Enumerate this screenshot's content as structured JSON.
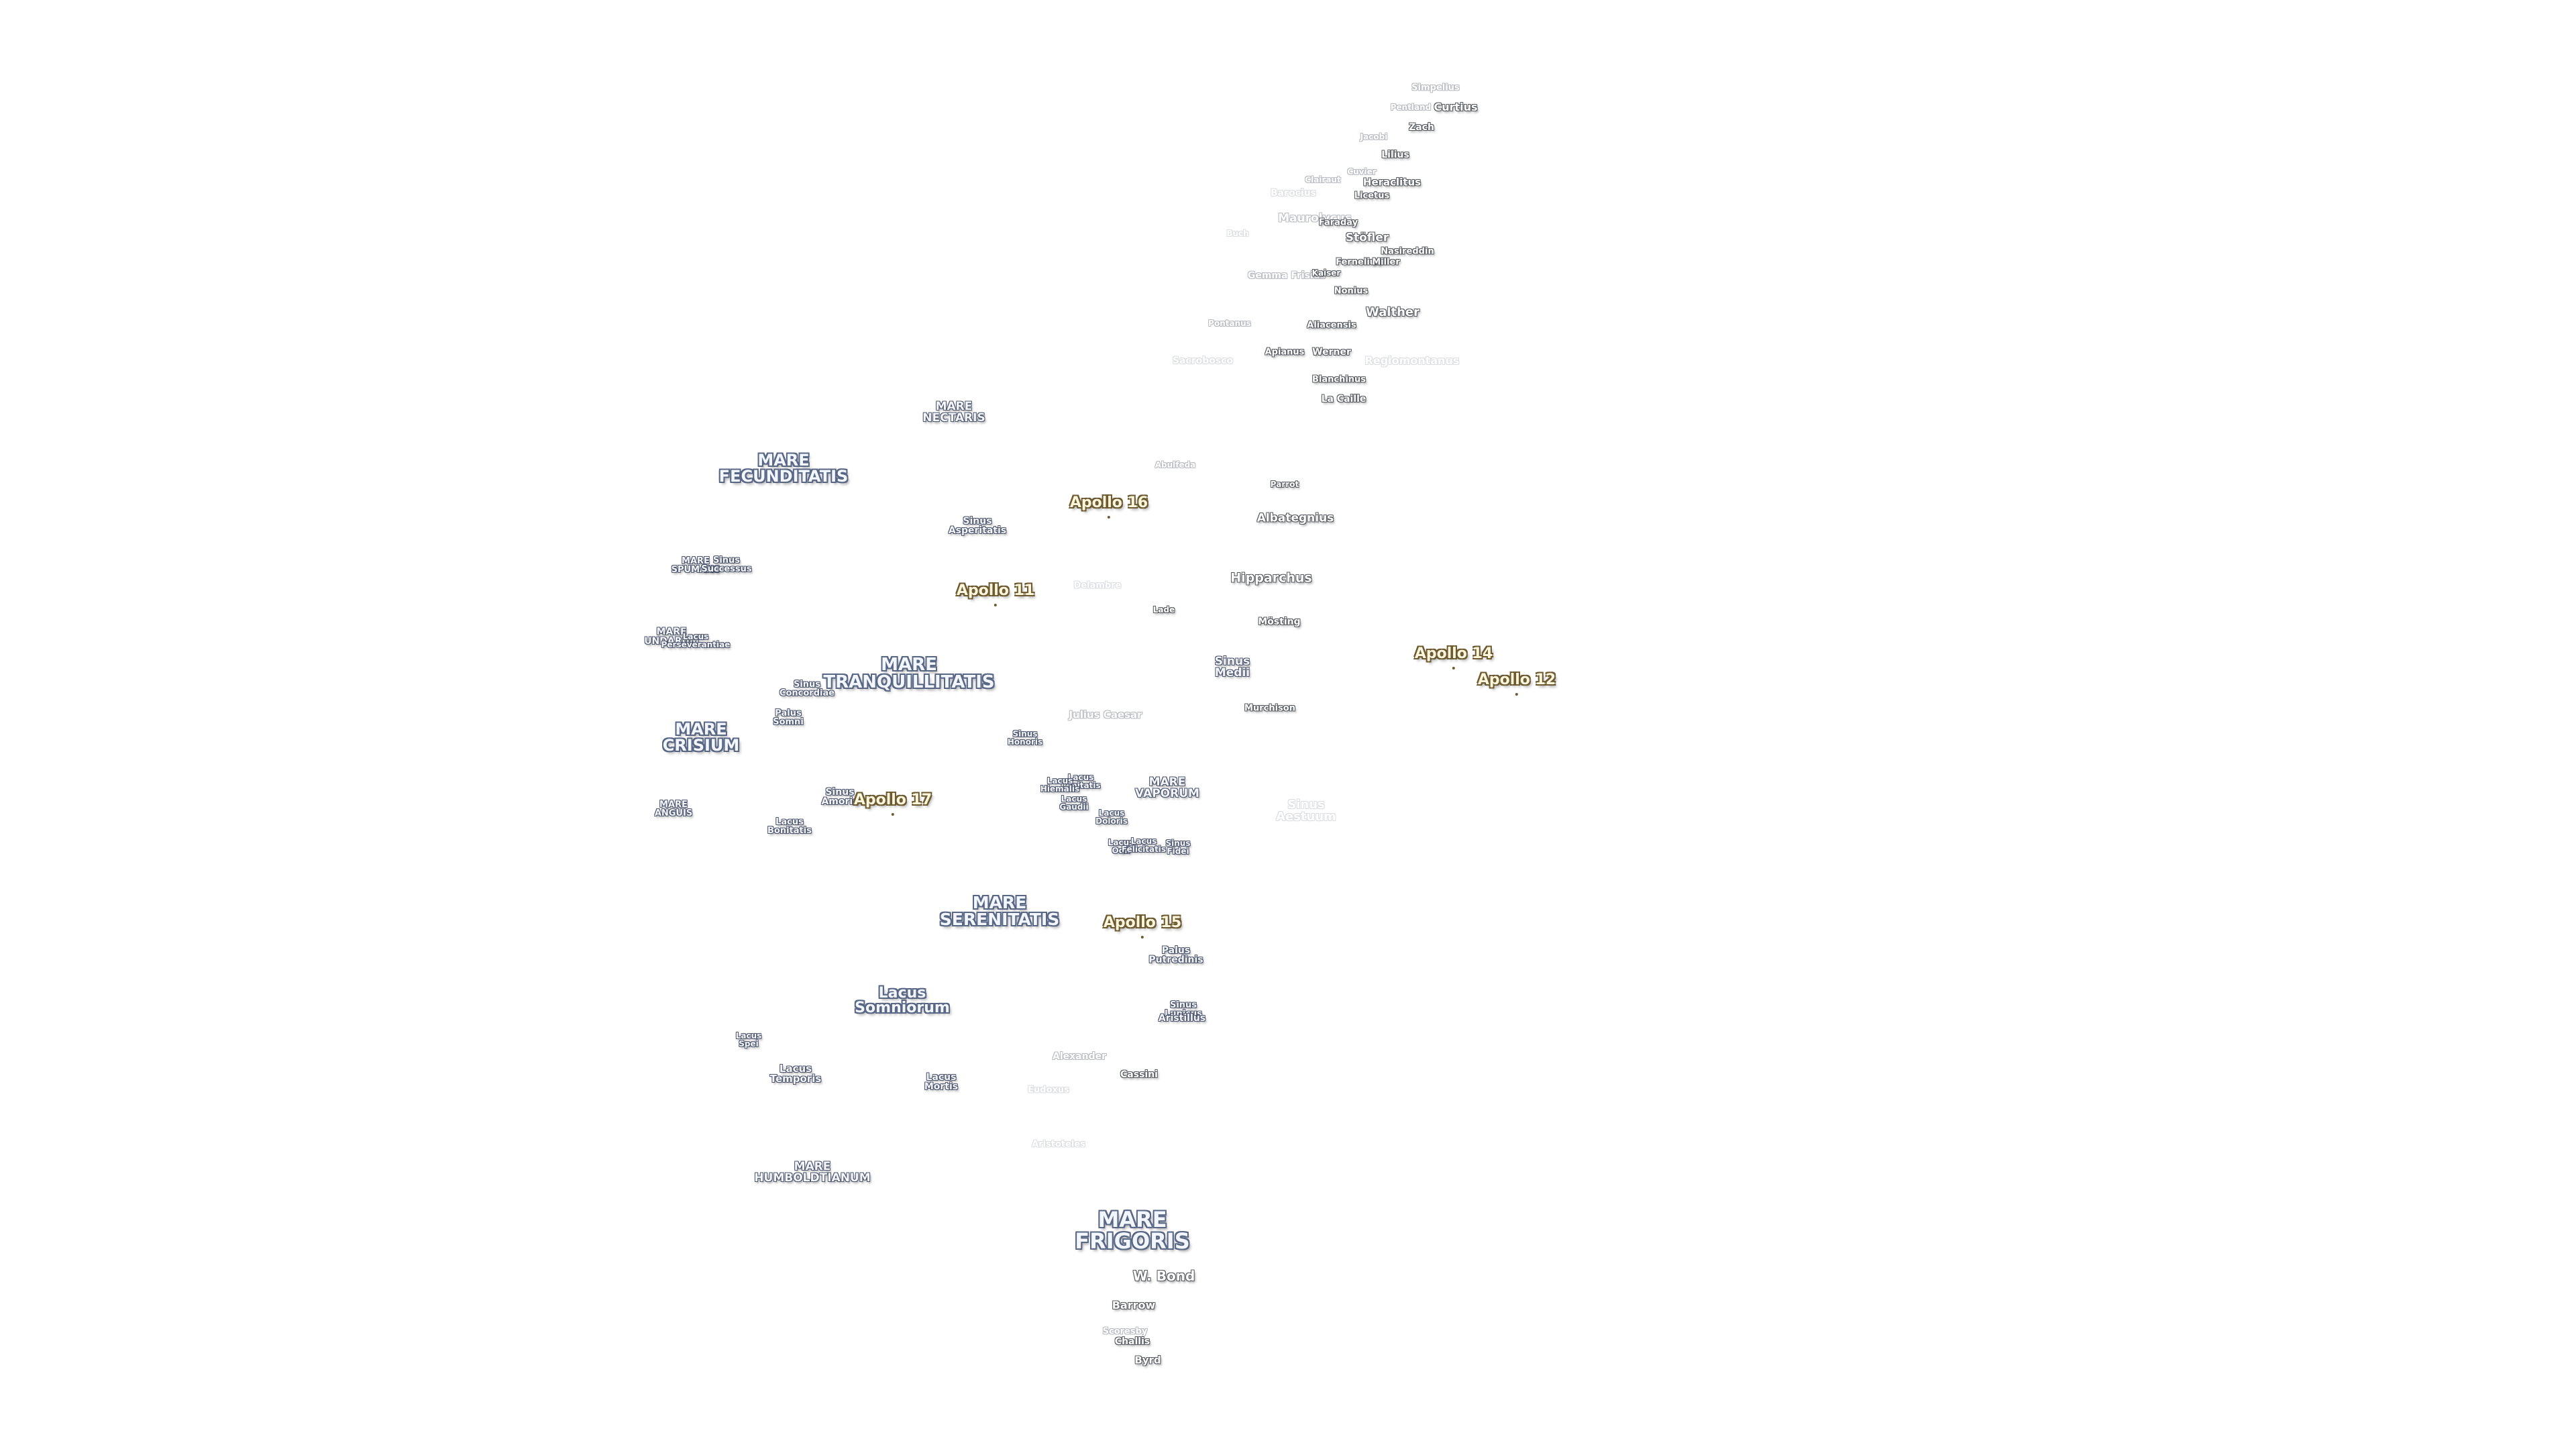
{
  "labels": [
    {
      "id": "simpelius",
      "text": "Simpelius",
      "kind": "faded"
    },
    {
      "id": "curtius",
      "text": "Curtius",
      "kind": "crater"
    },
    {
      "id": "pentland",
      "text": "Pentland",
      "kind": "faded"
    },
    {
      "id": "zach",
      "text": "Zach",
      "kind": "crater"
    },
    {
      "id": "jacobi",
      "text": "Jacobi",
      "kind": "faded"
    },
    {
      "id": "lilius",
      "text": "Lilius",
      "kind": "crater"
    },
    {
      "id": "cuvier",
      "text": "Cuvier",
      "kind": "faded"
    },
    {
      "id": "heraclitus",
      "text": "Heraclitus",
      "kind": "crater"
    },
    {
      "id": "licetus",
      "text": "Licetus",
      "kind": "crater"
    },
    {
      "id": "clairaut",
      "text": "Clairaut",
      "kind": "faded"
    },
    {
      "id": "barocius",
      "text": "Barocius",
      "kind": "faded2"
    },
    {
      "id": "maurolycus",
      "text": "Maurolycus",
      "kind": "faded"
    },
    {
      "id": "faraday",
      "text": "Faraday",
      "kind": "crater"
    },
    {
      "id": "stofler",
      "text": "Stöfler",
      "kind": "crater"
    },
    {
      "id": "buch",
      "text": "Buch",
      "kind": "faded2"
    },
    {
      "id": "nasireddin",
      "text": "Nasireddin",
      "kind": "crater"
    },
    {
      "id": "fernelius",
      "text": "Fernelius",
      "kind": "crater"
    },
    {
      "id": "miller",
      "text": "Miller",
      "kind": "crater"
    },
    {
      "id": "gemma",
      "text": "Gemma Frisius",
      "kind": "faded"
    },
    {
      "id": "kaiser",
      "text": "Kaiser",
      "kind": "crater"
    },
    {
      "id": "nonius",
      "text": "Nonius",
      "kind": "crater"
    },
    {
      "id": "walther",
      "text": "Walther",
      "kind": "crater"
    },
    {
      "id": "pontanus",
      "text": "Pontanus",
      "kind": "faded"
    },
    {
      "id": "aliacensis",
      "text": "Aliacensis",
      "kind": "crater"
    },
    {
      "id": "apianus",
      "text": "Apianus",
      "kind": "crater"
    },
    {
      "id": "werner",
      "text": "Werner",
      "kind": "crater"
    },
    {
      "id": "sacrobosco",
      "text": "Sacrobosco",
      "kind": "faded2"
    },
    {
      "id": "regiomontanus",
      "text": "Regiomontanus",
      "kind": "faded2"
    },
    {
      "id": "blanchinus",
      "text": "Blanchinus",
      "kind": "crater"
    },
    {
      "id": "lacaille",
      "text": "La Caille",
      "kind": "crater"
    },
    {
      "id": "mare-nectaris",
      "text": "MARE\nNECTARIS",
      "kind": "sm"
    },
    {
      "id": "abulfeda",
      "text": "Abulfeda",
      "kind": "faded"
    },
    {
      "id": "mare-fecunditatis",
      "text": "MARE\nFECUNDITATIS",
      "kind": "mare"
    },
    {
      "id": "parrot",
      "text": "Parrot",
      "kind": "crater"
    },
    {
      "id": "apollo16",
      "text": "Apollo 16",
      "kind": "apollo"
    },
    {
      "id": "albategnius",
      "text": "Albategnius",
      "kind": "crater"
    },
    {
      "id": "sinus-asperitatis",
      "text": "Sinus\nAsperitatis",
      "kind": "sm"
    },
    {
      "id": "mare-spumans",
      "text": "MARE\nSPUMANS",
      "kind": "sm"
    },
    {
      "id": "sinus-successus",
      "text": "Sinus\nSuccessus",
      "kind": "sm"
    },
    {
      "id": "hipparchus",
      "text": "Hipparchus",
      "kind": "crater"
    },
    {
      "id": "apollo11",
      "text": "Apollo 11",
      "kind": "apollo"
    },
    {
      "id": "delambre",
      "text": "Delambre",
      "kind": "faded2"
    },
    {
      "id": "lade",
      "text": "Lade",
      "kind": "crater"
    },
    {
      "id": "mosting",
      "text": "Mösting",
      "kind": "crater"
    },
    {
      "id": "mare-undarum",
      "text": "MARE\nUNDARUM",
      "kind": "sm"
    },
    {
      "id": "lacus-perseverantiae",
      "text": "Lacus\nPerseverantiae",
      "kind": "sm"
    },
    {
      "id": "apollo14",
      "text": "Apollo 14",
      "kind": "apollo"
    },
    {
      "id": "mare-tranquillitatis",
      "text": "MARE\nTRANQUILLITATIS",
      "kind": "mare"
    },
    {
      "id": "sinus-medii",
      "text": "Sinus\nMedii",
      "kind": "sm"
    },
    {
      "id": "apollo12",
      "text": "Apollo 12",
      "kind": "apollo"
    },
    {
      "id": "sinus-concordiae",
      "text": "Sinus\nConcordiae",
      "kind": "sm"
    },
    {
      "id": "murchison",
      "text": "Murchison",
      "kind": "crater"
    },
    {
      "id": "palus-somni",
      "text": "Palus\nSomni",
      "kind": "sm"
    },
    {
      "id": "julius-caesar",
      "text": "Julius Caesar",
      "kind": "faded"
    },
    {
      "id": "mare-crisium",
      "text": "MARE\nCRISIUM",
      "kind": "mare"
    },
    {
      "id": "sinus-honoris",
      "text": "Sinus\nHonoris",
      "kind": "sm"
    },
    {
      "id": "lacus-lenitatis",
      "text": "Lacus\nLenitatis",
      "kind": "sm"
    },
    {
      "id": "lacus-hiemalis",
      "text": "Lacus\nHiemalis",
      "kind": "sm"
    },
    {
      "id": "mare-vaporum",
      "text": "MARE\nVAPORUM",
      "kind": "sm"
    },
    {
      "id": "sinus-amoris",
      "text": "Sinus\nAmoris",
      "kind": "sm"
    },
    {
      "id": "apollo17",
      "text": "Apollo 17",
      "kind": "apollo"
    },
    {
      "id": "lacus-gaudii",
      "text": "Lacus\nGaudii",
      "kind": "sm"
    },
    {
      "id": "sinus-aestuum",
      "text": "Sinus\nAestuum",
      "kind": "faded2"
    },
    {
      "id": "mare-anguis",
      "text": "MARE\nANGUIS",
      "kind": "sm"
    },
    {
      "id": "lacus-doloris",
      "text": "Lacus\nDoloris",
      "kind": "sm"
    },
    {
      "id": "lacus-bonitatis",
      "text": "Lacus\nBonitatis",
      "kind": "sm"
    },
    {
      "id": "lacus-odii",
      "text": "Lacus\nOdii",
      "kind": "sm"
    },
    {
      "id": "lacus-felicitatis",
      "text": "Lacus\nFelicitatis",
      "kind": "sm"
    },
    {
      "id": "sinus-fidei",
      "text": "Sinus\nFidei",
      "kind": "sm"
    },
    {
      "id": "mare-serenitatis",
      "text": "MARE\nSERENITATIS",
      "kind": "mare"
    },
    {
      "id": "apollo15",
      "text": "Apollo 15",
      "kind": "apollo"
    },
    {
      "id": "palus-putredinis",
      "text": "Palus\nPutredinis",
      "kind": "sm"
    },
    {
      "id": "lacus-somniorum",
      "text": "Lacus\nSomniorum",
      "kind": "mare"
    },
    {
      "id": "sinus-lunicus",
      "text": "Sinus\nLunicus",
      "kind": "sm"
    },
    {
      "id": "aristillus",
      "text": "Aristillus",
      "kind": "sm"
    },
    {
      "id": "lacus-spei",
      "text": "Lacus\nSpei",
      "kind": "sm"
    },
    {
      "id": "alexander",
      "text": "Alexander",
      "kind": "faded"
    },
    {
      "id": "lacus-temporis",
      "text": "Lacus\nTemporis",
      "kind": "sm"
    },
    {
      "id": "cassini",
      "text": "Cassini",
      "kind": "crater"
    },
    {
      "id": "lacus-mortis",
      "text": "Lacus\nMortis",
      "kind": "sm"
    },
    {
      "id": "eudoxus",
      "text": "Eudoxus",
      "kind": "faded2"
    },
    {
      "id": "aristoteles",
      "text": "Aristoteles",
      "kind": "faded2"
    },
    {
      "id": "mare-humboldtianum",
      "text": "MARE\nHUMBOLDTIANUM",
      "kind": "sm"
    },
    {
      "id": "mare-frigoris",
      "text": "MARE\nFRIGORIS",
      "kind": "mare"
    },
    {
      "id": "wbond",
      "text": "W. Bond",
      "kind": "crater"
    },
    {
      "id": "barrow",
      "text": "Barrow",
      "kind": "crater"
    },
    {
      "id": "scoresby",
      "text": "Scoresby",
      "kind": "faded"
    },
    {
      "id": "challis",
      "text": "Challis",
      "kind": "crater"
    },
    {
      "id": "byrd",
      "text": "Byrd",
      "kind": "crater"
    }
  ]
}
